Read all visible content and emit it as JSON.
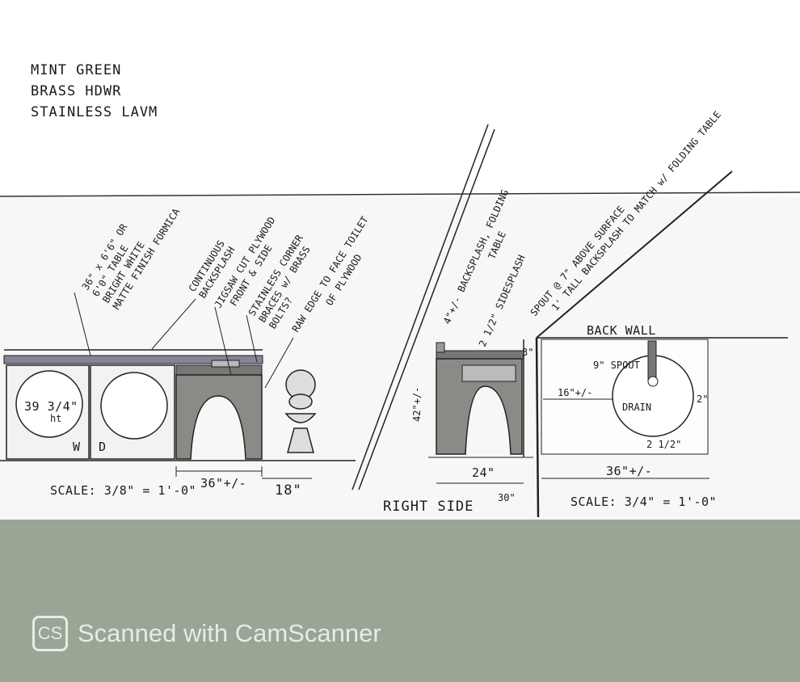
{
  "notes": {
    "line1": "MINT GREEN",
    "line2": "BRASS HDWR",
    "line3": "STAINLESS LAVM"
  },
  "front_view": {
    "label_table": "36\" x 6'6\" OR 6'0\" TABLE BRIGHT WHITE MATTE FINISH FORMICA",
    "label_table_l1": "36\" x 6'6\" OR",
    "label_table_l2": "6'0\" TABLE",
    "label_table_l3": "BRIGHT WHITE",
    "label_table_l4": "MATTE FINISH FORMICA",
    "label_backsplash_l1": "CONTINUOUS",
    "label_backsplash_l2": "BACKSPLASH",
    "label_jigsaw": "JIGSAW CUT PLYWOOD",
    "label_front_side": "FRONT & SIDE",
    "label_braces_l1": "STAINLESS CORNER",
    "label_braces_l2": "BRACES w/ BRASS",
    "label_braces_l3": "BOLTS?",
    "label_raw_edge_l1": "RAW EDGE TO FACE TOILET",
    "label_raw_edge_l2": "OF PLYWOOD",
    "washer_height": "39 3/4\"",
    "washer_height_suffix": "ht",
    "washer_tag": "W",
    "dryer_tag": "D",
    "dim_36": "36\"+/-",
    "dim_18": "18\"",
    "scale": "SCALE: 3/8\" = 1'-0\""
  },
  "right_side_view": {
    "label_backsplash_fold_l1": "4\"+/- BACKSPLASH, FOLDING",
    "label_backsplash_fold_l2": "TABLE",
    "label_sidesplash": "2 1/2\" SIDESPLASH",
    "label_spout_l1": "SPOUT @ 7\" ABOVE SURFACE",
    "label_spout_l2": "1' TALL BACKSPLASH TO MATCH w/ FOLDING TABLE",
    "dim_3": "3\"",
    "dim_2half": "2 1/2\"",
    "dim_42": "42\"+/-",
    "dim_24": "24\"",
    "dim_30": "30\"",
    "title": "RIGHT SIDE"
  },
  "plan_view": {
    "back_wall": "BACK WALL",
    "spout": "9\" SPOUT",
    "dim_16": "16\"+/-",
    "drain": "DRAIN",
    "dim_2": "2\"",
    "dim_2half": "2 1/2\"",
    "dim_36": "36\"+/-",
    "scale": "SCALE: 3/4\" = 1'-0\""
  },
  "watermark": {
    "logo": "CS",
    "text": "Scanned with CamScanner"
  },
  "colors": {
    "paper": "#ffffff",
    "ink": "#1a1a1a",
    "table_band": "#8a8296",
    "background": "#9aa596"
  }
}
